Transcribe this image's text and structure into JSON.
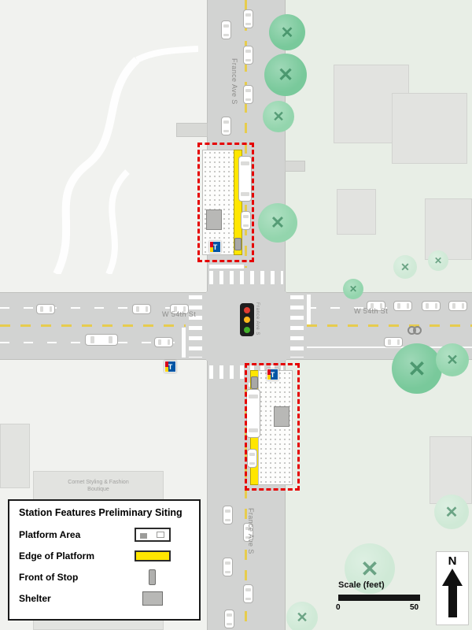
{
  "map": {
    "streets": {
      "vertical_name": "France Ave S",
      "horizontal_name": "W 54th St"
    },
    "business_label": "Cornet Styling & Fashion Boutique",
    "transit_marker": "T"
  },
  "legend": {
    "title": "Station Features Preliminary Siting",
    "items": [
      {
        "id": "platform-area",
        "label": "Platform Area"
      },
      {
        "id": "edge-of-platform",
        "label": "Edge of Platform"
      },
      {
        "id": "front-of-stop",
        "label": "Front of Stop"
      },
      {
        "id": "shelter",
        "label": "Shelter"
      }
    ]
  },
  "scale": {
    "label": "Scale (feet)",
    "min": "0",
    "max": "50"
  },
  "compass": {
    "label": "N"
  },
  "colors": {
    "highlight_red": "#e60000",
    "platform_edge_yellow": "#ffe600",
    "transit_blue": "#0055a5",
    "transit_red": "#d6001c",
    "transit_yellow": "#ffd100",
    "road_gray": "#d2d3d2",
    "tree_green": "#93d5ad",
    "background": "#f1f2ef"
  }
}
